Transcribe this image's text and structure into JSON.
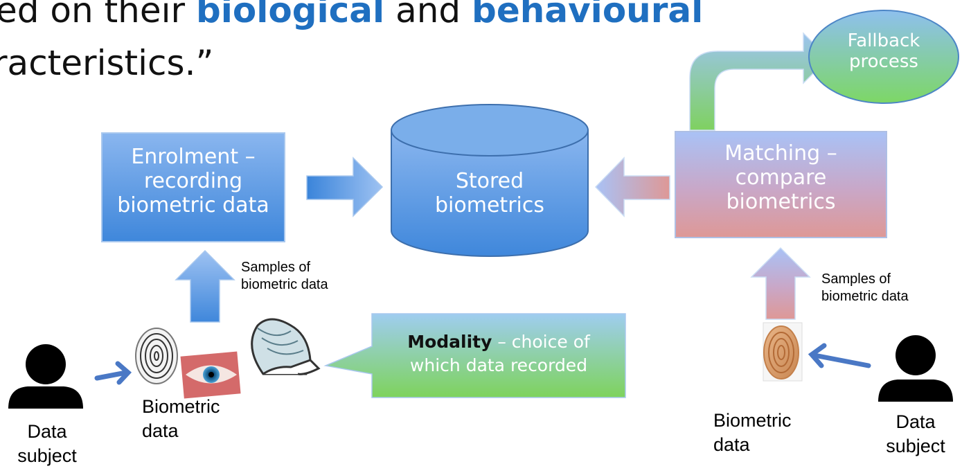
{
  "heading": {
    "line1_a": "ed on their ",
    "line1_bio": "biological",
    "line1_and": " and ",
    "line1_beh": "behavioural",
    "line2": "racteristics.”"
  },
  "nodes": {
    "enrolment": [
      "Enrolment –",
      "recording",
      "biometric data"
    ],
    "stored": [
      "Stored",
      "biometrics"
    ],
    "matching": [
      "Matching –",
      "compare",
      "biometrics"
    ],
    "fallback": [
      "Fallback",
      "process"
    ]
  },
  "modality": {
    "bold": "Modality",
    "rest1": " – choice of",
    "line2": "which data recorded"
  },
  "samples_left": [
    "Samples of",
    "biometric data"
  ],
  "samples_right": [
    "Samples of",
    "biometric data"
  ],
  "captions": {
    "data_subject_left": [
      "Data",
      "subject"
    ],
    "biometric_data_left": [
      "Biometric",
      "data"
    ],
    "biometric_data_right": [
      "Biometric",
      "data"
    ],
    "data_subject_right": [
      "Data",
      "subject"
    ]
  },
  "icons": [
    "person-icon",
    "fingerprint-icon",
    "eye-icon",
    "hand-icon",
    "arrow-icon"
  ]
}
